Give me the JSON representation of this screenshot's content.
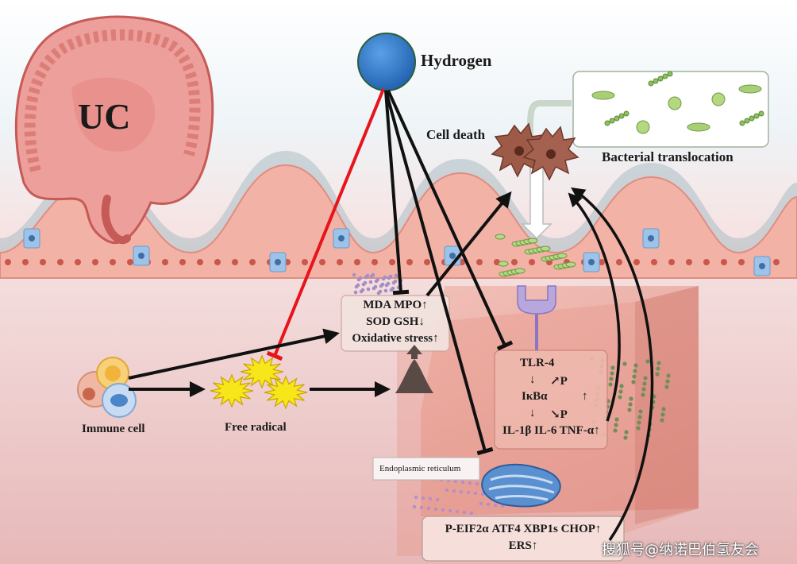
{
  "labels": {
    "disease": "UC",
    "hydrogen": "Hydrogen",
    "cell_death": "Cell death",
    "bacterial_translocation": "Bacterial translocation",
    "immune_cell": "Immune cell",
    "free_radical": "Free radical",
    "endoplasmic_reticulum": "Endoplasmic reticulum"
  },
  "oxidative_box": {
    "line1": "MDA MPO↑",
    "line2": "SOD GSH↓",
    "line3": "Oxidative stress↑"
  },
  "signaling_box": {
    "tlr4": "TLR-4",
    "down_arrow_1": "↓",
    "phospho_1": "↗P",
    "ikba": "IκBα",
    "up_arrow": "↑",
    "down_arrow_2": "↓",
    "phospho_2": "↘P",
    "cytokines": "IL-1β IL-6 TNF-α↑"
  },
  "ers_box": {
    "line1": "P-EIF2α ATF4 XBP1s CHOP↑",
    "line2": "ERS↑"
  },
  "watermark": "搜狐号@纳诺巴伯氢友会",
  "colors": {
    "inhibit_red": "#e8141b",
    "arrow_black": "#111111",
    "hydrogen_blue": "#2f79c9",
    "intestine_pink": "#e38a86",
    "radical_yellow": "#f6e61a",
    "bacteria_green": "#9cc96a",
    "er_blue": "#4a86c8"
  }
}
